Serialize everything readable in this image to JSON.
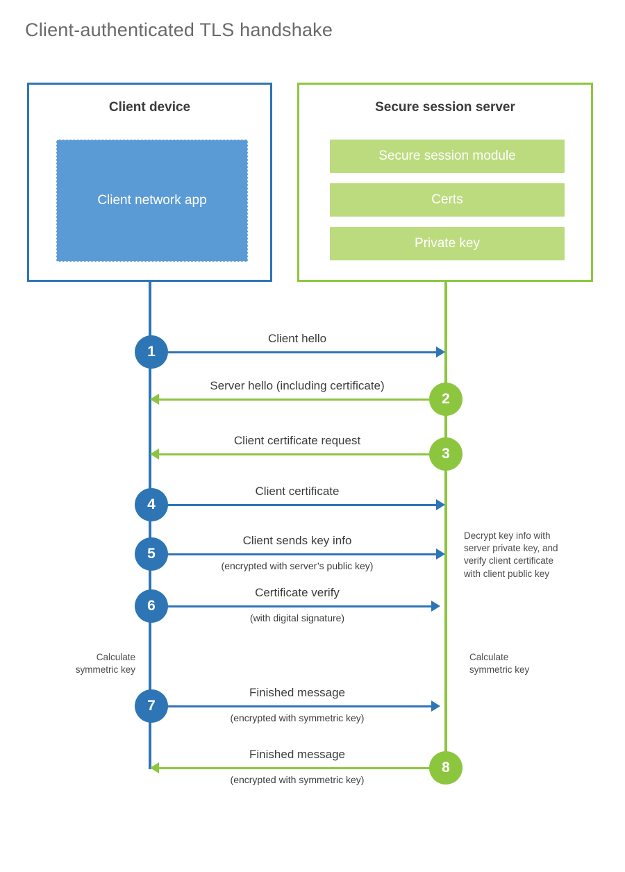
{
  "title": "Client-authenticated TLS handshake",
  "colors": {
    "client_accent": "#2E75B6",
    "server_accent": "#8CC63F",
    "client_fill": "#5B9BD5",
    "server_fill": "#BCDB7F",
    "title_text": "#6a6a6a",
    "body_text": "#3b3b3b",
    "background": "#ffffff"
  },
  "actors": {
    "client": {
      "title": "Client device",
      "components": [
        {
          "label": "Client network app"
        }
      ]
    },
    "server": {
      "title": "Secure session server",
      "components": [
        {
          "label": "Secure session module"
        },
        {
          "label": "Certs"
        },
        {
          "label": "Private key"
        }
      ]
    }
  },
  "messages": [
    {
      "step": "1",
      "label": "Client hello",
      "sublabel": "",
      "direction": "client-to-server",
      "origin": "client"
    },
    {
      "step": "2",
      "label": "Server hello (including certificate)",
      "sublabel": "",
      "direction": "server-to-client",
      "origin": "server"
    },
    {
      "step": "3",
      "label": "Client certificate request",
      "sublabel": "",
      "direction": "server-to-client",
      "origin": "server"
    },
    {
      "step": "4",
      "label": "Client certificate",
      "sublabel": "",
      "direction": "client-to-server",
      "origin": "client"
    },
    {
      "step": "5",
      "label": "Client sends key info",
      "sublabel": "(encrypted with server’s public key)",
      "direction": "client-to-server",
      "origin": "client"
    },
    {
      "step": "6",
      "label": "Certificate verify",
      "sublabel": "(with digital signature)",
      "direction": "client-to-server",
      "origin": "client"
    },
    {
      "step": "7",
      "label": "Finished message",
      "sublabel": "(encrypted with symmetric key)",
      "direction": "client-to-server",
      "origin": "client"
    },
    {
      "step": "8",
      "label": "Finished message",
      "sublabel": "(encrypted with symmetric key)",
      "direction": "server-to-client",
      "origin": "server"
    }
  ],
  "annotations": {
    "server_decrypt_note": "Decrypt key info with\nserver private key, and\nverify client certificate\nwith client public key",
    "client_calculate_note": "Calculate\nsymmetric key",
    "server_calculate_note": "Calculate\nsymmetric key"
  }
}
